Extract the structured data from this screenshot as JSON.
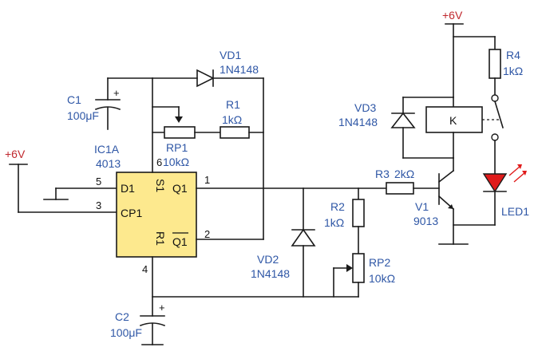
{
  "power": {
    "vcc_left": "+6V",
    "vcc_right": "+6V"
  },
  "ic": {
    "name": "IC1A",
    "part": "4013",
    "pins": {
      "d1": "D1",
      "cp1": "CP1",
      "s1": "S1",
      "r1": "R1",
      "q1": "Q1",
      "q1_bar": "Q1"
    },
    "pin_numbers": {
      "p5": "5",
      "p3": "3",
      "p6": "6",
      "p4": "4",
      "p1": "1",
      "p2": "2"
    }
  },
  "components": {
    "C1": {
      "ref": "C1",
      "value": "100μF"
    },
    "C2": {
      "ref": "C2",
      "value": "100μF"
    },
    "VD1": {
      "ref": "VD1",
      "value": "1N4148"
    },
    "VD2": {
      "ref": "VD2",
      "value": "1N4148"
    },
    "VD3": {
      "ref": "VD3",
      "value": "1N4148"
    },
    "R1": {
      "ref": "R1",
      "value": "1kΩ"
    },
    "R2": {
      "ref": "R2",
      "value": "1kΩ"
    },
    "R3": {
      "ref": "R3",
      "value": "2kΩ"
    },
    "R4": {
      "ref": "R4",
      "value": "1kΩ"
    },
    "RP1": {
      "ref": "RP1",
      "value": "10kΩ"
    },
    "RP2": {
      "ref": "RP2",
      "value": "10kΩ"
    },
    "V1": {
      "ref": "V1",
      "value": "9013"
    },
    "K": {
      "ref": "K"
    },
    "LED1": {
      "ref": "LED1"
    }
  },
  "colors": {
    "wire": "#1a1a1a",
    "label": "#2f57a6",
    "vcc": "#c0282e",
    "ic_fill": "#fde98e",
    "led": "#e01b1b"
  }
}
